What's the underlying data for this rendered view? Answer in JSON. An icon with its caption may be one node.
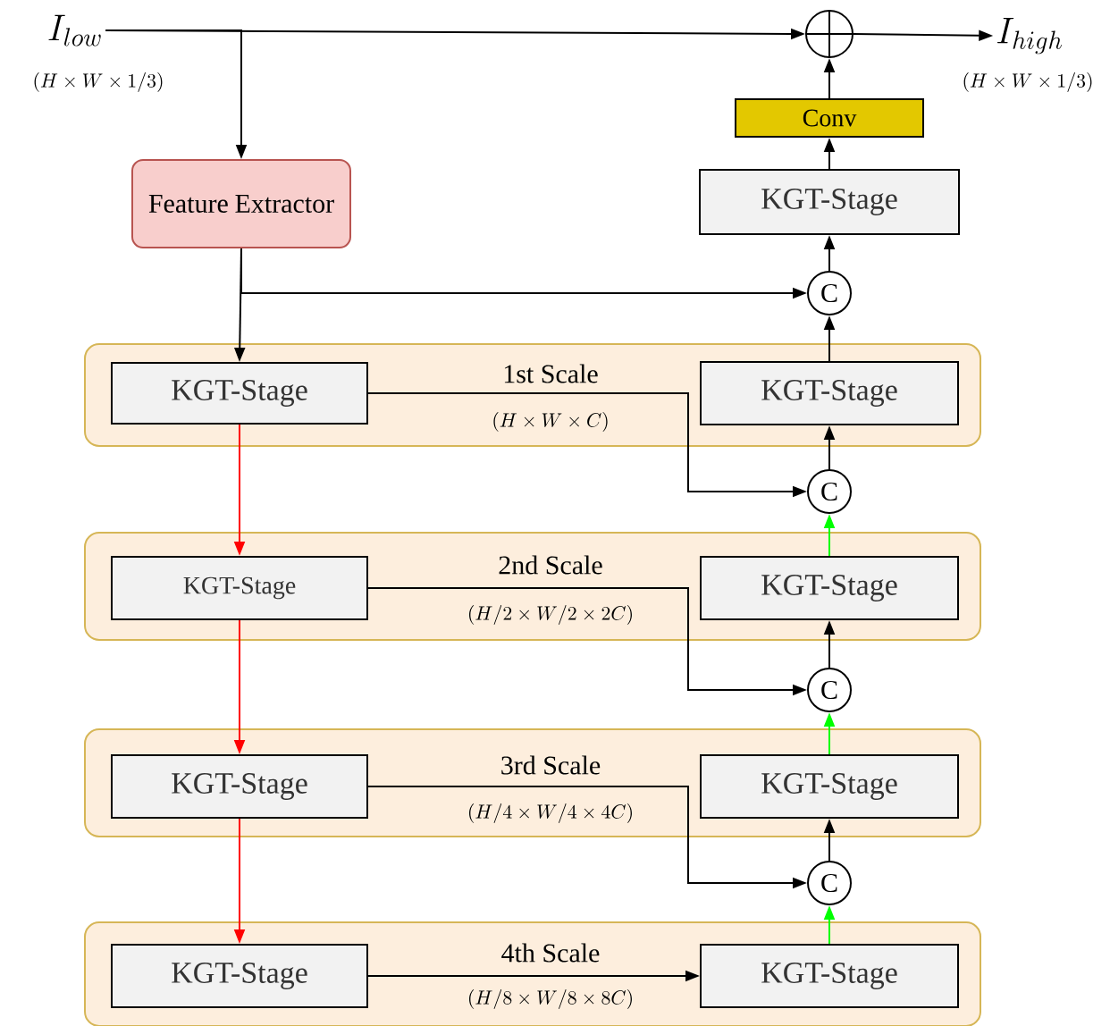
{
  "diagram": {
    "nodes": [
      {
        "text": [
          "I_{low}"
        ],
        "beside": [
          "(H \\times W \\times 1/3)"
        ]
      },
      {
        "text": [],
        "shape": "circle"
      },
      {
        "text": [
          "I_{high}"
        ],
        "beside": [
          "(H \\times W \\times 1/3)"
        ]
      },
      {
        "text": [
          "Conv"
        ]
      },
      {
        "text": [
          "KGT-Stage"
        ]
      },
      {
        "text": [
          "Feature Extractor"
        ]
      },
      {
        "text": [
          "C"
        ]
      },
      {
        "text": [
          "1st Scale",
          "(H \\times W \\times C)"
        ]
      },
      {
        "text": [
          "KGT-Stage"
        ],
        "in": 7
      },
      {
        "text": [
          "KGT-Stage"
        ],
        "in": 7
      },
      {
        "text": [
          "C"
        ]
      },
      {
        "text": [
          "2nd Scale",
          "(H/2 \\times W/2 \\times 2C)"
        ]
      },
      {
        "text": [
          "KGT-Stage"
        ],
        "in": 11
      },
      {
        "text": [
          "KGT-Stage"
        ],
        "in": 11
      },
      {
        "text": [
          "C"
        ]
      },
      {
        "text": [
          "3rd Scale",
          "(H/4 \\times W/4 \\times 4C)"
        ]
      },
      {
        "text": [
          "KGT-Stage"
        ],
        "in": 15
      },
      {
        "text": [
          "KGT-Stage"
        ],
        "in": 15
      },
      {
        "text": [
          "C"
        ]
      },
      {
        "text": [
          "4th Scale",
          "(H/8 \\times W/8 \\times 8C)"
        ]
      },
      {
        "text": [
          "KGT-Stage"
        ],
        "in": 19
      },
      {
        "text": [
          "KGT-Stage"
        ],
        "in": 19
      }
    ],
    "edges": [
      {
        "from": 0,
        "to": 1,
        "arrow": "to"
      },
      {
        "from": 0,
        "to": 5,
        "arrow": "to"
      },
      {
        "from": 1,
        "to": 2,
        "arrow": "to"
      },
      {
        "from": 3,
        "to": 1,
        "arrow": "to"
      },
      {
        "from": 4,
        "to": 3,
        "arrow": "to"
      },
      {
        "from": 6,
        "to": 4,
        "arrow": "to"
      },
      {
        "from": 5,
        "to": 6,
        "arrow": "to"
      },
      {
        "from": 5,
        "to": 8,
        "arrow": "to"
      },
      {
        "from": 9,
        "to": 6,
        "arrow": "to"
      },
      {
        "from": 8,
        "to": 10,
        "arrow": "to"
      },
      {
        "from": 10,
        "to": 9,
        "arrow": "to"
      },
      {
        "from": 13,
        "to": 10,
        "arrow": "to",
        "color": "#00ff00"
      },
      {
        "from": 8,
        "to": 12,
        "arrow": "to",
        "color": "#ff0000"
      },
      {
        "from": 12,
        "to": 14,
        "arrow": "to"
      },
      {
        "from": 14,
        "to": 13,
        "arrow": "to"
      },
      {
        "from": 17,
        "to": 14,
        "arrow": "to",
        "color": "#00ff00"
      },
      {
        "from": 12,
        "to": 16,
        "arrow": "to",
        "color": "#ff0000"
      },
      {
        "from": 16,
        "to": 18,
        "arrow": "to"
      },
      {
        "from": 18,
        "to": 17,
        "arrow": "to"
      },
      {
        "from": 21,
        "to": 18,
        "arrow": "to",
        "color": "#00ff00"
      },
      {
        "from": 16,
        "to": 20,
        "arrow": "to",
        "color": "#ff0000"
      },
      {
        "from": 20,
        "to": 21,
        "arrow": "to"
      }
    ]
  }
}
